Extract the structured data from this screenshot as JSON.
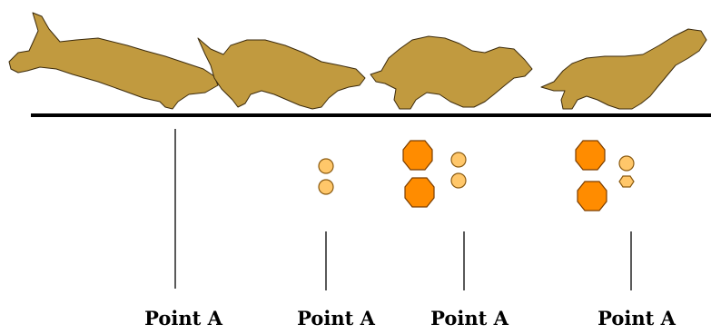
{
  "diagram": {
    "colors": {
      "animal_fill": "#c19a3f",
      "animal_stroke": "#3b2a0c",
      "ground_line": "#000000",
      "marker_line": "#000000",
      "footprint_large_fill": "#ff8c00",
      "footprint_large_stroke": "#7a3d00",
      "footprint_small_fill": "#ffc76a",
      "footprint_small_stroke": "#8a5a10"
    },
    "frames": [
      {
        "name": "frame-1",
        "label": "Point A",
        "footprints": "none"
      },
      {
        "name": "frame-2",
        "label": "Point A",
        "footprints": "two-small"
      },
      {
        "name": "frame-3",
        "label": "Point A",
        "footprints": "two-large-two-small"
      },
      {
        "name": "frame-4",
        "label": "Point A",
        "footprints": "two-large-two-small"
      }
    ]
  }
}
